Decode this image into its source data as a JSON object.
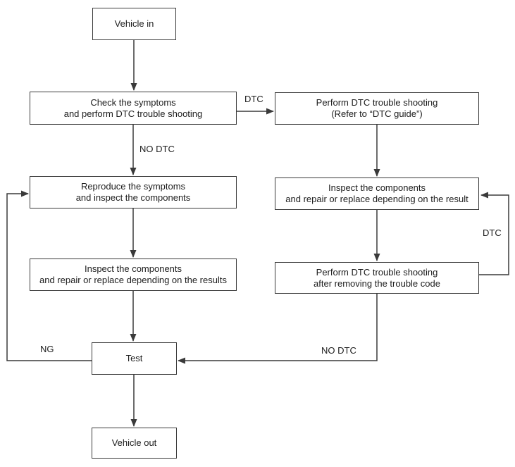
{
  "diagram": {
    "type": "flowchart",
    "subject": "Vehicle DTC trouble shooting procedure",
    "colors": {
      "background": "#ffffff",
      "line": "#3a3a3a",
      "text": "#1c1c1c",
      "box_fill": "#ffffff"
    },
    "nodes": {
      "vehicle_in": {
        "line1": "Vehicle in"
      },
      "check_symptoms": {
        "line1": "Check the symptoms",
        "line2": "and perform DTC trouble shooting"
      },
      "perform_dtc": {
        "line1": "Perform DTC trouble shooting",
        "line2": "(Refer to “DTC guide”)"
      },
      "reproduce_symptoms": {
        "line1": "Reproduce the symptoms",
        "line2": "and inspect the components"
      },
      "inspect_right": {
        "line1": "Inspect the components",
        "line2": "and repair or replace depending on the result"
      },
      "inspect_left": {
        "line1": "Inspect the components",
        "line2": "and repair or replace depending on the results"
      },
      "perform_dtc_after": {
        "line1": "Perform DTC trouble shooting",
        "line2": "after removing the trouble code"
      },
      "test": {
        "line1": "Test"
      },
      "vehicle_out": {
        "line1": "Vehicle out"
      }
    },
    "edge_labels": {
      "dtc_top": "DTC",
      "no_dtc_left": "NO DTC",
      "dtc_right": "DTC",
      "ng": "NG",
      "no_dtc_bottom": "NO DTC"
    }
  }
}
